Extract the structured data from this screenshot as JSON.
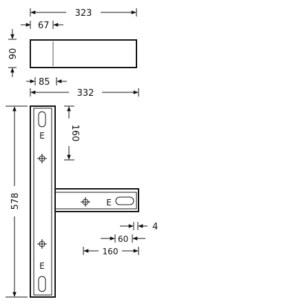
{
  "top_view": {
    "dim_total_length": "323",
    "dim_left_part": "67",
    "dim_height": "90",
    "dim_offset": "85"
  },
  "front_view": {
    "dim_total_length": "332",
    "dim_top_segment": "160",
    "dim_vertical_total": "578",
    "dim_arm_end_gap": "4",
    "dim_arm_inner": "60",
    "dim_arm_length": "160",
    "mark_letter": "E"
  },
  "colors": {
    "stroke": "#111111",
    "fill": "#ffffff",
    "inner_line": "#555555"
  }
}
